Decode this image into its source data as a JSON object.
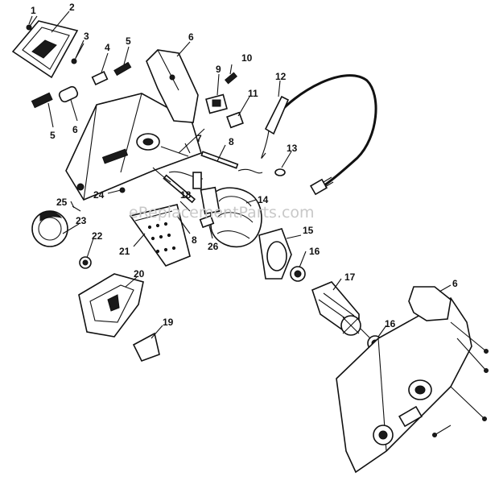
{
  "watermark": "eReplacementParts.com",
  "callouts": {
    "c1": "1",
    "c2": "2",
    "c3": "3",
    "c4": "4",
    "c5a": "5",
    "c5b": "5",
    "c6a": "6",
    "c6b": "6",
    "c6c": "6",
    "c7": "7",
    "c8a": "8",
    "c8b": "8",
    "c9": "9",
    "c10": "10",
    "c11": "11",
    "c12": "12",
    "c13": "13",
    "c14": "14",
    "c15": "15",
    "c16a": "16",
    "c16b": "16",
    "c17": "17",
    "c18": "18",
    "c19": "19",
    "c20": "20",
    "c21": "21",
    "c22": "22",
    "c23": "23",
    "c24": "24",
    "c25": "25",
    "c26": "26"
  }
}
